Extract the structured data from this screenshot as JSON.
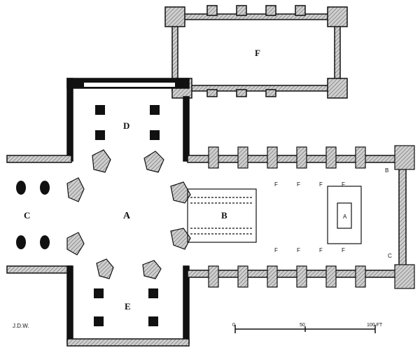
{
  "plan": {
    "room_labels": {
      "a": "A",
      "b": "B",
      "c": "C",
      "d": "D",
      "e": "E",
      "f": "F"
    },
    "choir_labels": {
      "f_marks": [
        "F",
        "F",
        "F",
        "F",
        "F",
        "F",
        "F",
        "F"
      ],
      "altar": "A",
      "b_small": "B",
      "c_small": "C"
    },
    "signature": "J.D.W.",
    "scale": {
      "start": "0",
      "mid": "50",
      "end": "100 FT"
    }
  },
  "colors": {
    "ink": "#111111",
    "hatch": "#9a9a9a",
    "paper": "#ffffff"
  }
}
